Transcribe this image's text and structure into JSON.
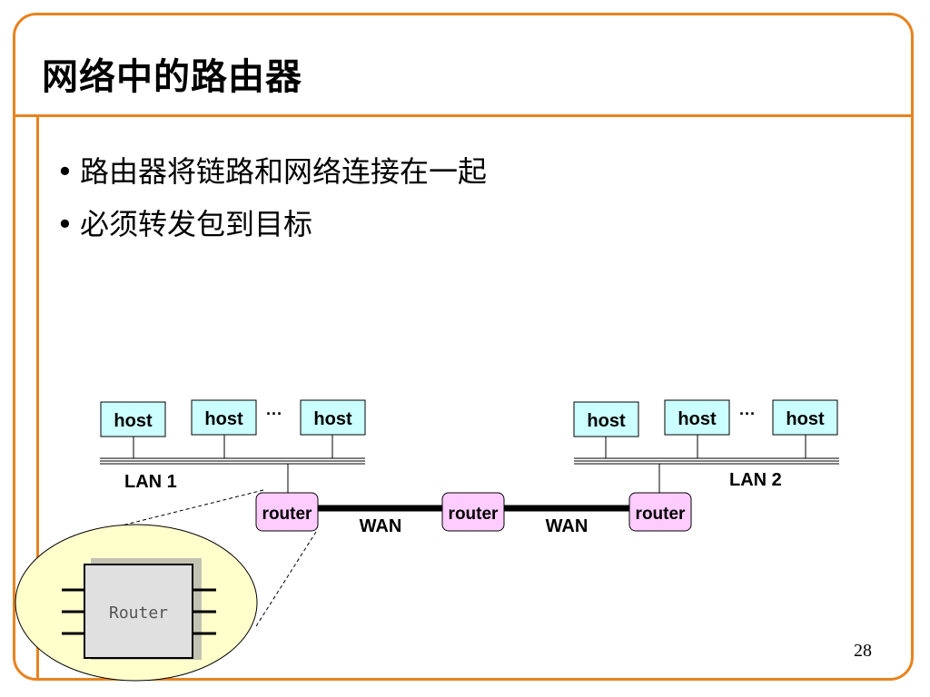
{
  "slide": {
    "title": "网络中的路由器",
    "bullets": [
      "路由器将链路和网络连接在一起",
      "必须转发包到目标"
    ],
    "page_number": "28"
  },
  "diagram": {
    "host_label": "host",
    "ellipsis": "···",
    "router_label": "router",
    "wan_label": "WAN",
    "lan1_label": "LAN 1",
    "lan2_label": "LAN 2",
    "router_chip_label": "Router"
  },
  "colors": {
    "accent": "#e8821e",
    "host_fill": "#ccffff",
    "router_fill": "#ffccff",
    "zoom_fill": "#ffffcc",
    "chip_fill": "#e0e0e0"
  }
}
